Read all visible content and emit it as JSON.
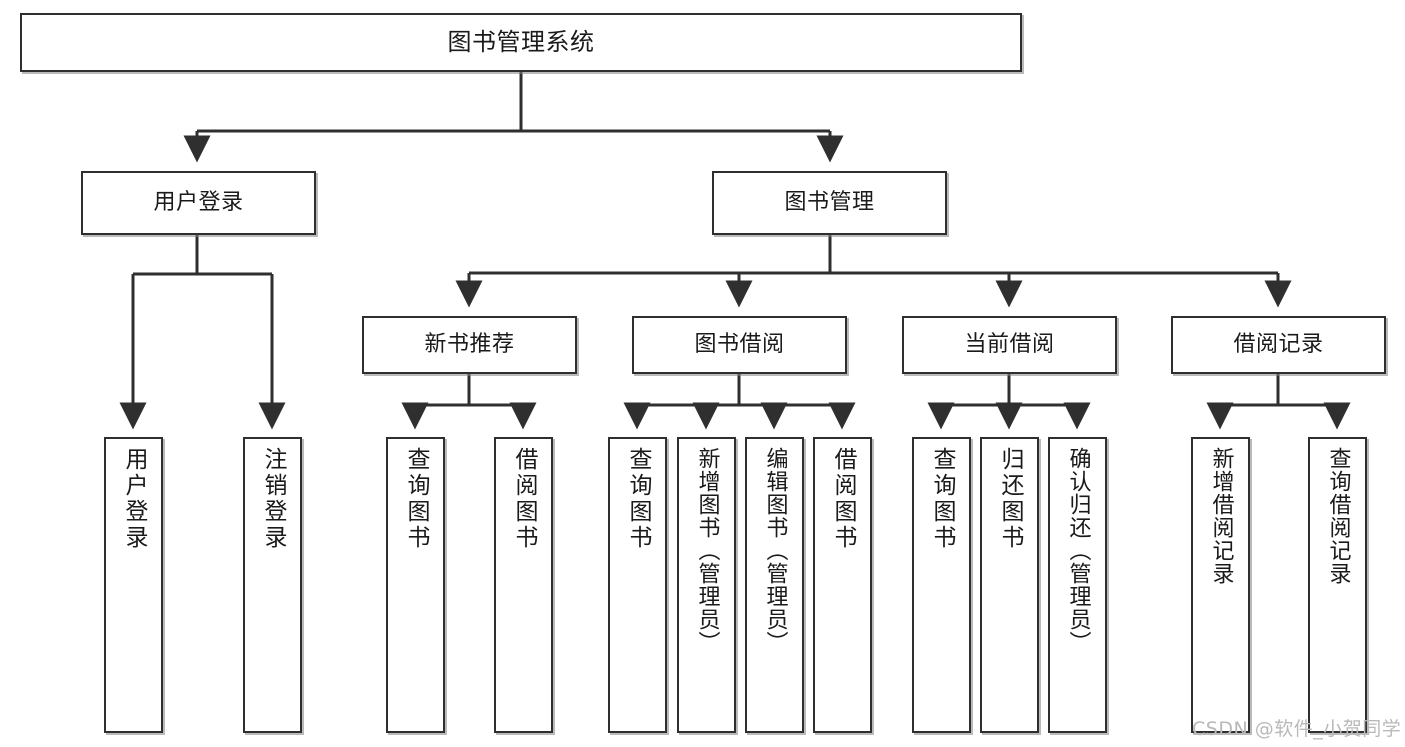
{
  "diagram": {
    "title": "图书管理系统",
    "type": "tree-hierarchy-diagram",
    "colors": {
      "box_border": "#2f2f2f",
      "box_fill": "#ffffff",
      "edge": "#2f2f2f",
      "background": "#ffffff",
      "watermark": "#b9b9b9"
    },
    "root": {
      "label": "图书管理系统"
    },
    "level1": [
      {
        "label": "用户登录"
      },
      {
        "label": "图书管理"
      }
    ],
    "level2": [
      {
        "label": "新书推荐"
      },
      {
        "label": "图书借阅"
      },
      {
        "label": "当前借阅"
      },
      {
        "label": "借阅记录"
      }
    ],
    "leaves": {
      "user_login": [
        {
          "label": "用户登录"
        },
        {
          "label": "注销登录"
        }
      ],
      "new_book_recommend": [
        {
          "label": "查询图书"
        },
        {
          "label": "借阅图书"
        }
      ],
      "book_borrow": [
        {
          "label": "查询图书"
        },
        {
          "label": "新增图书（管理员）"
        },
        {
          "label": "编辑图书（管理员）"
        },
        {
          "label": "借阅图书"
        }
      ],
      "current_borrow": [
        {
          "label": "查询图书"
        },
        {
          "label": "归还图书"
        },
        {
          "label": "确认归还（管理员）"
        }
      ],
      "borrow_record": [
        {
          "label": "新增借阅记录"
        },
        {
          "label": "查询借阅记录"
        }
      ]
    },
    "watermark": "CSDN @软件_小贺同学"
  }
}
